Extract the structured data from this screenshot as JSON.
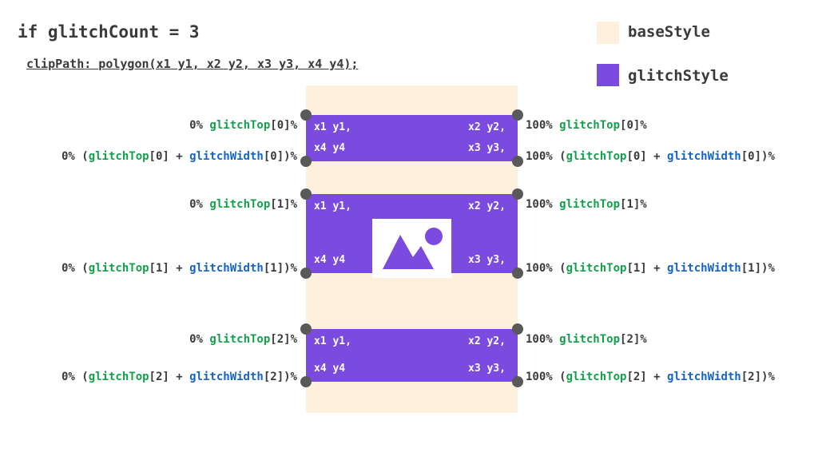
{
  "title": "if glitchCount = 3",
  "subtitle": "clipPath: polygon(x1 y1, x2 y2, x3 y3, x4 y4);",
  "legend": {
    "items": [
      {
        "label": "baseStyle",
        "color": "#fdf0dc"
      },
      {
        "label": "glitchStyle",
        "color": "#7b4be0"
      }
    ]
  },
  "colors": {
    "base": "#fdf0dc",
    "glitch": "#7b4be0",
    "dot": "#595959",
    "green": "#10a14a",
    "blue": "#1565c0"
  },
  "corners": {
    "top_left": "x1 y1,",
    "top_right": "x2 y2,",
    "bottom_left": "x4 y4",
    "bottom_right": "x3 y3,"
  },
  "image_icon": "image-placeholder-icon",
  "bands": [
    {
      "top_left_label": {
        "pct": "0% ",
        "var": "glitchTop",
        "idx": "[0]%"
      },
      "top_right_label": {
        "pct": "100% ",
        "var": "glitchTop",
        "idx": "[0]%"
      },
      "bottom_left_label": {
        "pre": "0% (",
        "var1": "glitchTop",
        "mid": "[0] + ",
        "var2": "glitchWidth",
        "post": "[0])%"
      },
      "bottom_right_label": {
        "pre": "100% (",
        "var1": "glitchTop",
        "mid": "[0] + ",
        "var2": "glitchWidth",
        "post": "[0])%"
      }
    },
    {
      "top_left_label": {
        "pct": "0% ",
        "var": "glitchTop",
        "idx": "[1]%"
      },
      "top_right_label": {
        "pct": "100% ",
        "var": "glitchTop",
        "idx": "[1]%"
      },
      "bottom_left_label": {
        "pre": "0% (",
        "var1": "glitchTop",
        "mid": "[1] + ",
        "var2": "glitchWidth",
        "post": "[1])%"
      },
      "bottom_right_label": {
        "pre": "100% (",
        "var1": "glitchTop",
        "mid": "[1] + ",
        "var2": "glitchWidth",
        "post": "[1])%"
      }
    },
    {
      "top_left_label": {
        "pct": "0% ",
        "var": "glitchTop",
        "idx": "[2]%"
      },
      "top_right_label": {
        "pct": "100% ",
        "var": "glitchTop",
        "idx": "[2]%"
      },
      "bottom_left_label": {
        "pre": "0% (",
        "var1": "glitchTop",
        "mid": "[2] + ",
        "var2": "glitchWidth",
        "post": "[2])%"
      },
      "bottom_right_label": {
        "pre": "100% (",
        "var1": "glitchTop",
        "mid": "[2] + ",
        "var2": "glitchWidth",
        "post": "[2])%"
      }
    }
  ]
}
